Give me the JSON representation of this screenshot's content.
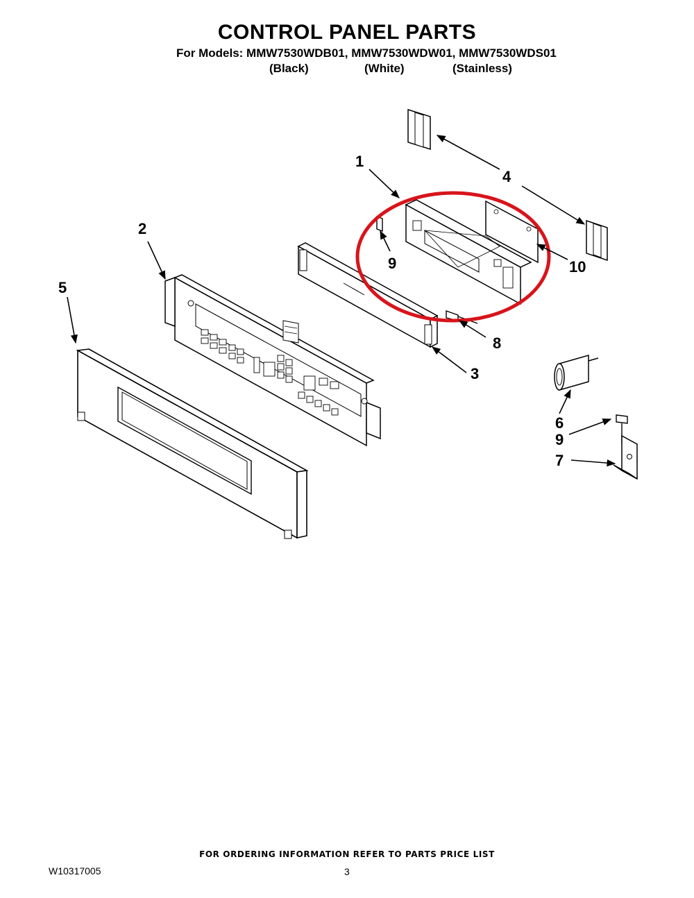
{
  "header": {
    "title": "CONTROL PANEL PARTS",
    "models_line": "For Models: MMW7530WDB01, MMW7530WDW01, MMW7530WDS01",
    "variants": [
      "(Black)",
      "(White)",
      "(Stainless)"
    ]
  },
  "callouts": {
    "c1": "1",
    "c2": "2",
    "c3": "3",
    "c4": "4",
    "c5": "5",
    "c6": "6",
    "c7": "7",
    "c8": "8",
    "c9a": "9",
    "c9b": "9",
    "c10": "10"
  },
  "highlight_color": "#d8141b",
  "footer": {
    "ordering_note": "FOR ORDERING INFORMATION REFER TO PARTS PRICE LIST",
    "document_number": "W10317005",
    "page_number": "3"
  }
}
